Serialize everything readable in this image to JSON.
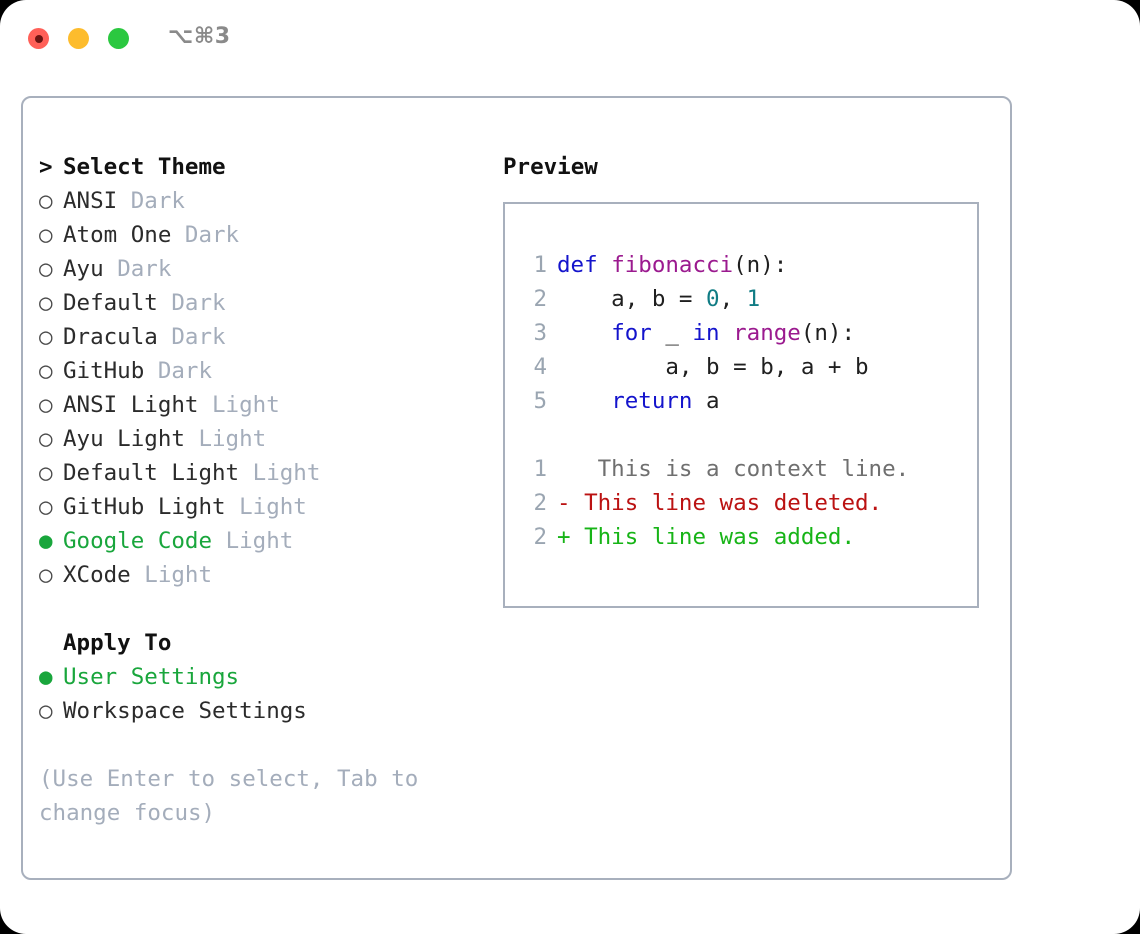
{
  "window": {
    "title": "⌥⌘3",
    "traffic_lights": [
      {
        "name": "close",
        "color": "#ff6058"
      },
      {
        "name": "minimize",
        "color": "#fdbc2d"
      },
      {
        "name": "maximize",
        "color": "#2bc840"
      }
    ]
  },
  "theme_picker": {
    "header_marker": ">",
    "header": "Select Theme",
    "items": [
      {
        "marker": "○",
        "name": "ANSI",
        "kind": "Dark",
        "selected": false
      },
      {
        "marker": "○",
        "name": "Atom One",
        "kind": "Dark",
        "selected": false
      },
      {
        "marker": "○",
        "name": "Ayu",
        "kind": "Dark",
        "selected": false
      },
      {
        "marker": "○",
        "name": "Default",
        "kind": "Dark",
        "selected": false
      },
      {
        "marker": "○",
        "name": "Dracula",
        "kind": "Dark",
        "selected": false
      },
      {
        "marker": "○",
        "name": "GitHub",
        "kind": "Dark",
        "selected": false
      },
      {
        "marker": "○",
        "name": "ANSI Light",
        "kind": "Light",
        "selected": false
      },
      {
        "marker": "○",
        "name": "Ayu Light",
        "kind": "Light",
        "selected": false
      },
      {
        "marker": "○",
        "name": "Default Light",
        "kind": "Light",
        "selected": false
      },
      {
        "marker": "○",
        "name": "GitHub Light",
        "kind": "Light",
        "selected": false
      },
      {
        "marker": "●",
        "name": "Google Code",
        "kind": "Light",
        "selected": true
      },
      {
        "marker": "○",
        "name": "XCode",
        "kind": "Light",
        "selected": false
      }
    ]
  },
  "apply_to": {
    "header": "Apply To",
    "options": [
      {
        "marker": "●",
        "label": "User Settings",
        "selected": true
      },
      {
        "marker": "○",
        "label": "Workspace Settings",
        "selected": false
      }
    ]
  },
  "hint": "(Use Enter to select, Tab to change focus)",
  "preview": {
    "title": "Preview",
    "code_lines": [
      {
        "num": "1",
        "tokens": [
          {
            "t": "def",
            "c": "kw"
          },
          {
            "t": " ",
            "c": "pl"
          },
          {
            "t": "fibonacci",
            "c": "fn"
          },
          {
            "t": "(n):",
            "c": "pl"
          }
        ]
      },
      {
        "num": "2",
        "tokens": [
          {
            "t": "    a, b = ",
            "c": "pl"
          },
          {
            "t": "0",
            "c": "num"
          },
          {
            "t": ", ",
            "c": "pl"
          },
          {
            "t": "1",
            "c": "num"
          }
        ]
      },
      {
        "num": "3",
        "tokens": [
          {
            "t": "    ",
            "c": "pl"
          },
          {
            "t": "for",
            "c": "kw"
          },
          {
            "t": " _ ",
            "c": "pl"
          },
          {
            "t": "in",
            "c": "kw"
          },
          {
            "t": " ",
            "c": "pl"
          },
          {
            "t": "range",
            "c": "fn"
          },
          {
            "t": "(n):",
            "c": "pl"
          }
        ]
      },
      {
        "num": "4",
        "tokens": [
          {
            "t": "        a, b = b, a + b",
            "c": "pl"
          }
        ]
      },
      {
        "num": "5",
        "tokens": [
          {
            "t": "    ",
            "c": "pl"
          },
          {
            "t": "return",
            "c": "kw"
          },
          {
            "t": " a",
            "c": "pl"
          }
        ]
      }
    ],
    "diff_lines": [
      {
        "num": "1",
        "sign": " ",
        "text": "  This is a context line.",
        "kind": "d-ctx"
      },
      {
        "num": "2",
        "sign": "-",
        "text": " This line was deleted.",
        "kind": "d-del"
      },
      {
        "num": "2",
        "sign": "+",
        "text": " This line was added.",
        "kind": "d-add"
      }
    ]
  },
  "colors": {
    "accent_green": "#19a63c",
    "muted": "#a4adbb",
    "border": "#a8b0bd",
    "keyword": "#1414cc",
    "function": "#9b1a8f",
    "number": "#107c84",
    "diff_added": "#17b417",
    "diff_deleted": "#bb1212",
    "diff_context": "#6f6f6f"
  }
}
